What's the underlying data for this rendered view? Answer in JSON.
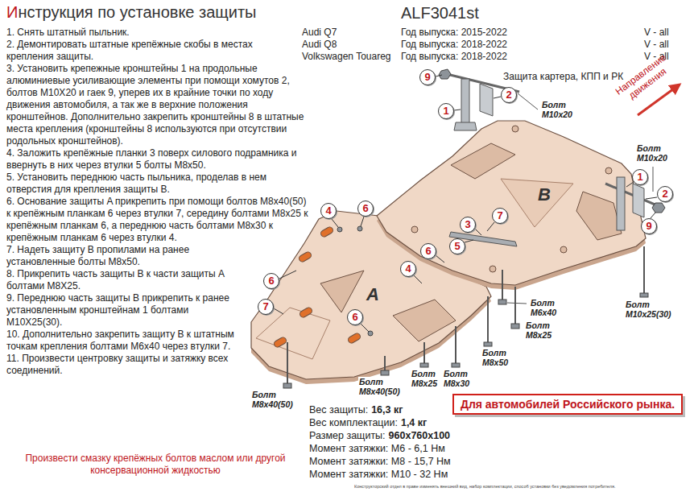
{
  "diagram": {
    "title": "Инструкция по установке защиты",
    "nodes": [
      {
        "text": [
          "9"
        ]
      },
      {
        "text": [
          "2"
        ]
      },
      {
        "text": [
          "1"
        ]
      },
      {
        "text": [
          "1"
        ]
      },
      {
        "text": [
          "2"
        ]
      },
      {
        "text": [
          "6"
        ]
      },
      {
        "text": [
          "4"
        ]
      },
      {
        "text": [
          "7"
        ]
      },
      {
        "text": [
          "3"
        ]
      },
      {
        "text": [
          "9"
        ]
      },
      {
        "text": [
          "5"
        ]
      },
      {
        "text": [
          "6"
        ]
      },
      {
        "text": [
          "4"
        ]
      },
      {
        "text": [
          "6"
        ]
      },
      {
        "text": [
          "7"
        ]
      },
      {
        "text": [
          "6"
        ]
      },
      {
        "text": [
          "Для автомобилей Российского рынка."
        ]
      }
    ],
    "labels": [
      "ALF3041st",
      "Audi Q7",
      "Audi Q8",
      "Volkswagen Touareg",
      "Год выпуска: 2015-2022",
      "Год выпуска: 2018-2022",
      "Год выпуска: 2018-2022",
      "V - all",
      "V - all",
      "V - all",
      "1. Снять штатный пыльник.",
      "2. Демонтировать штатные крепёжные скобы в местах крепления защиты.",
      "3. Установить крепежные кронштейны 1 на продольные алюминиевые усиливающие элементы при помощи хомутов 2, болтов M10X20 и гаек 9, уперев их в крайние точки по ходу движения автомобиля, а так же в верхние положения кронштейнов. Дополнительно закрепить кронштейны 8 в штатные места крепления (кронштейны 8 используются при отсутствии родольных кронштейнов).",
      "4. Заложить крепёжные планки 3 поверх силового подрамника и ввернуть в них через втулки 5 болты M8x50.",
      "5. Установить переднюю часть пыльника, проделав в нем отверстия для крепления защиты B.",
      "6. Основание защиты A прикрепить при помощи болтов M8x40(50) к крепёжным планкам 6 через втулки 7, середину болтами M8x25 к крепёжным планкам 6, а переднюю часть болтами M8x30 к крепёжным планкам 6 через втулки 4.",
      "7. Надеть защиту B пропилами на ранее установленные болты M8x50.",
      "8. Прикрепить часть защиты B к части защиты A болтами M8X25.",
      "9. Переднюю часть защиты B прикрепить к ранее установленным кронштейнам 1 болтами M10X25(30).",
      "10. Дополнительно закрепить защиту B к штатным точкам крепления болтами M6x40 через втулки 7.",
      "11. Произвести центровку защиты и затяжку всех соединений.",
      "Защита картера, КПП и РК",
      "Направление движения",
      "B",
      "A",
      "Болт M10x20",
      "Болт M10x20",
      "Болт M10x25(30)",
      "Болт M6x40",
      "Болт M8x25",
      "Болт M8x50",
      "Болт M8x30",
      "Болт M8x25",
      "Болт M8x40(50)",
      "Болт M8x40(50)",
      "Вес защиты:",
      "16,3 кг",
      "Вес комплектации:",
      "1,4 кг",
      "Размер защиты:",
      "960x760x100",
      "Момент затяжки: M6 - 6,1 Нм",
      "Момент затяжки: M8 - 15,7 Нм",
      "Момент затяжки: M10 - 32 Нм",
      "Произвести смазку крепёжных болтов маслом или другой консервационной жидкостью",
      "Конструкторский отдел в праве изменять внешний вид, набор комплектации, способ установки без уведомления потребителя."
    ]
  }
}
